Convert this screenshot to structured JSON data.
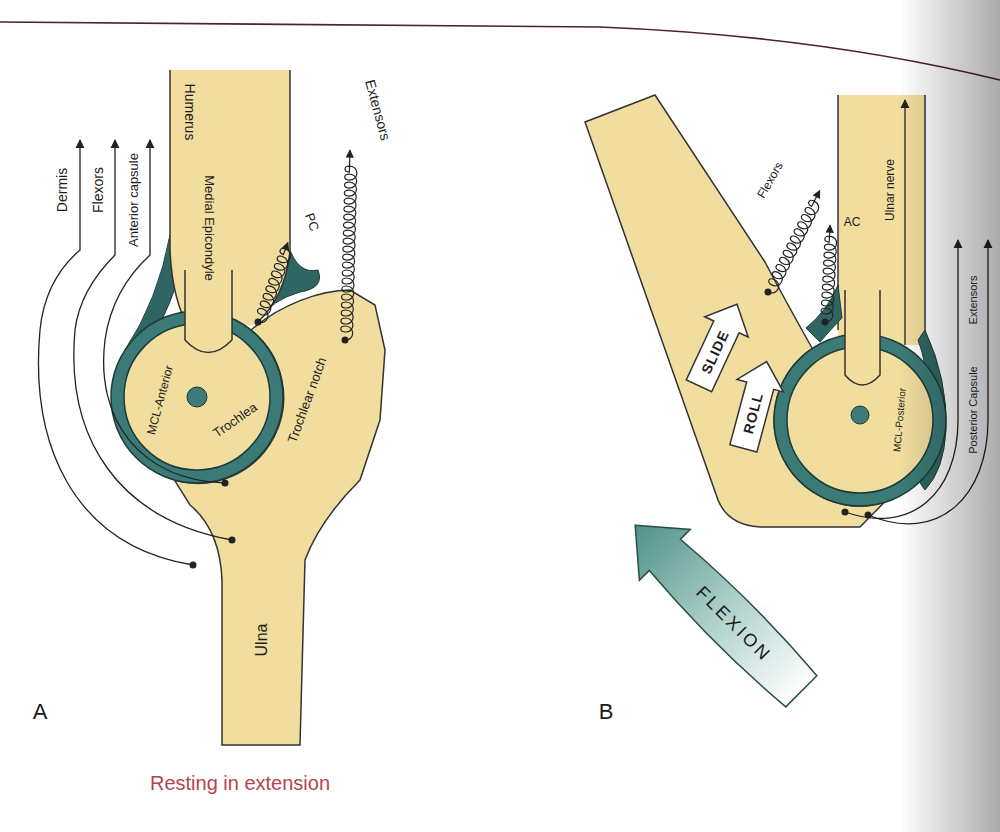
{
  "diagram": {
    "caption": "Resting in extension",
    "labels": [
      "Dermis",
      "Flexors",
      "Anterior capsule",
      "Humerus",
      "Medial Epicondyle",
      "Extensors",
      "PC",
      "MCL-Anterior",
      "Trochlea",
      "Trochlear notch",
      "Ulna",
      "A",
      "Flexors",
      "AC",
      "Ulnar nerve",
      "SLIDE",
      "ROLL",
      "MCL-Posterior",
      "Posterior Capsule",
      "Extensors",
      "FLEXION",
      "B"
    ]
  }
}
